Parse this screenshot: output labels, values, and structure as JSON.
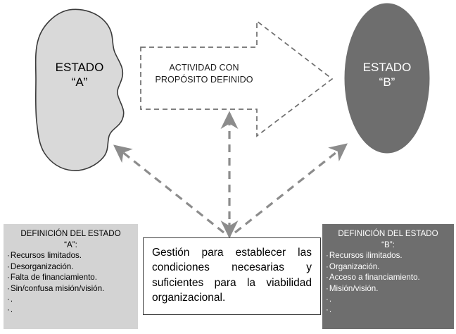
{
  "diagram": {
    "state_a": {
      "label_line1": "ESTADO",
      "label_line2": "“A”",
      "fill_color": "#d9d9d9",
      "stroke_color": "#3a3a3a",
      "shape": "blob"
    },
    "state_b": {
      "label_line1": "ESTADO",
      "label_line2": "“B”",
      "fill_color": "#6e6e6e",
      "stroke_color": "#6e6e6e",
      "shape": "ellipse"
    },
    "activity_arrow": {
      "caption_line1": "ACTIVIDAD CON",
      "caption_line2": "PROPÓSITO DEFINIDO",
      "stroke_color": "#6e6e6e",
      "style": "dashed-outline-block-arrow",
      "direction": "right"
    },
    "connectors": {
      "color": "#8c8c8c",
      "style": "dashed",
      "items": [
        {
          "name": "management-to-state-a",
          "from": "management-box",
          "to": "state-a"
        },
        {
          "name": "management-to-activity",
          "from": "management-box",
          "to": "activity-arrow"
        },
        {
          "name": "management-to-state-b",
          "from": "management-box",
          "to": "state-b"
        }
      ]
    },
    "definition_a": {
      "title": "DEFINICIÓN DEL ESTADO",
      "subtitle": "“A”:",
      "items": [
        "Recursos limitados.",
        "Desorganización.",
        "Falta de financiamiento.",
        "Sin/confusa misión/visión.",
        ".",
        "."
      ],
      "background_color": "#d3d3d3",
      "text_color": "#000000"
    },
    "definition_b": {
      "title": "DEFINICIÓN DEL ESTADO",
      "subtitle": "“B”:",
      "items": [
        "Recursos ilimitados.",
        "Organización.",
        "Acceso a financiamiento.",
        "Misión/visión.",
        ".",
        "."
      ],
      "background_color": "#6e6e6e",
      "text_color": "#ffffff"
    },
    "management_box": {
      "text": "Gestión para establecer las condiciones necesarias y suficientes para la viabilidad organizacional.",
      "background_color": "#ffffff",
      "border_color": "#3a3a3a"
    }
  }
}
